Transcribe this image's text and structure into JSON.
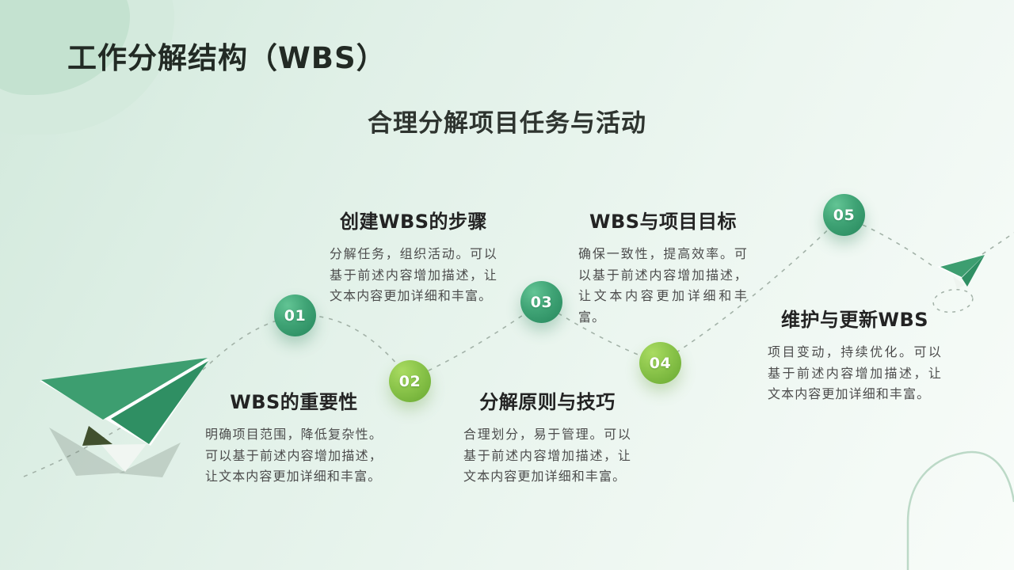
{
  "slide": {
    "title": "工作分解结构（WBS）",
    "subtitle": "合理分解项目任务与活动"
  },
  "steps": [
    {
      "number": "01",
      "heading": "WBS的重要性",
      "body": "明确项目范围，降低复杂性。可以基于前述内容增加描述，让文本内容更加详细和丰富。",
      "circle_color": "#3a9c6e"
    },
    {
      "number": "02",
      "heading": "创建WBS的步骤",
      "body": "分解任务，组织活动。可以基于前述内容增加描述，让文本内容更加详细和丰富。",
      "circle_color": "#7fb83e"
    },
    {
      "number": "03",
      "heading": "分解原则与技巧",
      "body": "合理划分，易于管理。可以基于前述内容增加描述，让文本内容更加详细和丰富。",
      "circle_color": "#3a9c6e"
    },
    {
      "number": "04",
      "heading": "WBS与项目目标",
      "body": "确保一致性，提高效率。可以基于前述内容增加描述，让文本内容更加详细和丰富。",
      "circle_color": "#7fb83e"
    },
    {
      "number": "05",
      "heading": "维护与更新WBS",
      "body": "项目变动，持续优化。可以基于前述内容增加描述，让文本内容更加详细和丰富。",
      "circle_color": "#3a9c6e"
    }
  ],
  "decor": {
    "large_plane_icon": "paper-plane-icon",
    "small_plane_icon": "paper-plane-small-icon",
    "route_style": "dashed"
  },
  "colors": {
    "accent_green": "#3a9c6e",
    "accent_lime": "#7fb83e",
    "dash_line": "#a3b2a8",
    "title_text": "#222a24",
    "body_text": "#4c4c4c",
    "background_mint": "#d2e9dc"
  }
}
